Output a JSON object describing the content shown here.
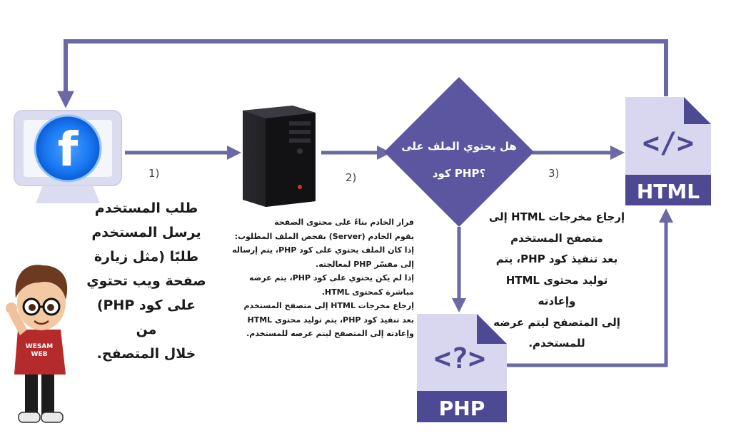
{
  "diagram": {
    "decision": {
      "line1": "هل يحتوي الملف على",
      "line2": "كود PHP؟"
    },
    "html_icon": {
      "label": "HTML",
      "symbol": "</>"
    },
    "php_icon": {
      "label": "PHP",
      "symbol": "<?>"
    },
    "facebook_icon": {
      "letter": "f"
    },
    "character": {
      "shirt_line1": "WESAM",
      "shirt_line2": "WEB"
    },
    "step_numbers": {
      "n1": "1)",
      "n2": "2)",
      "n3": "3)"
    },
    "step_1_text": "طلب المستخدم\nيرسل المستخدم\nطلبًا (مثل زيارة\nصفحة ويب تحتوي\nعلى كود PHP) من\nخلال المتصفح.",
    "step_2_text": "قرار الخادم بناءً على محتوى الصفحة\nيقوم الخادم (Server) بفحص الملف المطلوب:\nإذا كان الملف يحتوي على كود PHP، يتم إرساله\nإلى مفسّر PHP لمعالجته.\nإذا لم يكن يحتوي على كود PHP، يتم عرضه\nمباشرة كمحتوى HTML.\nإرجاع مخرجات HTML إلى متصفح المستخدم\nبعد تنفيذ كود PHP، يتم توليد محتوى HTML\nوإعادته إلى المتصفح ليتم عرضه للمستخدم.",
    "step_3_text": "إرجاع مخرجات HTML إلى\nمتصفح المستخدم\nبعد تنفيذ كود PHP، يتم\nتوليد محتوى HTML وإعادته\nإلى المتصفح ليتم عرضه\nللمستخدم."
  },
  "colors": {
    "arrow": "#6b68a6",
    "decision_fill": "#5c56a0",
    "icon_light": "#d9d7ef",
    "icon_dark": "#4d4a93",
    "monitor_frame": "#dcdcf0",
    "facebook_blue": "#1877f2"
  }
}
